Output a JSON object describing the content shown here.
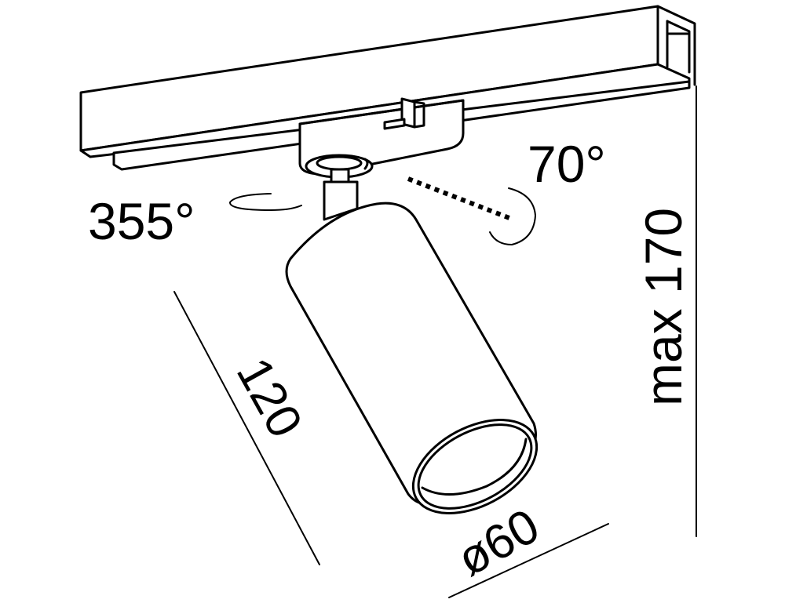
{
  "diagram": {
    "subject": "track spotlight",
    "colors": {
      "stroke": "#000000",
      "background": "#ffffff"
    },
    "labels": {
      "rotation_horizontal": "355°",
      "tilt_angle": "70°",
      "length": "120",
      "diameter": "ø60",
      "max_height": "max 170"
    }
  }
}
